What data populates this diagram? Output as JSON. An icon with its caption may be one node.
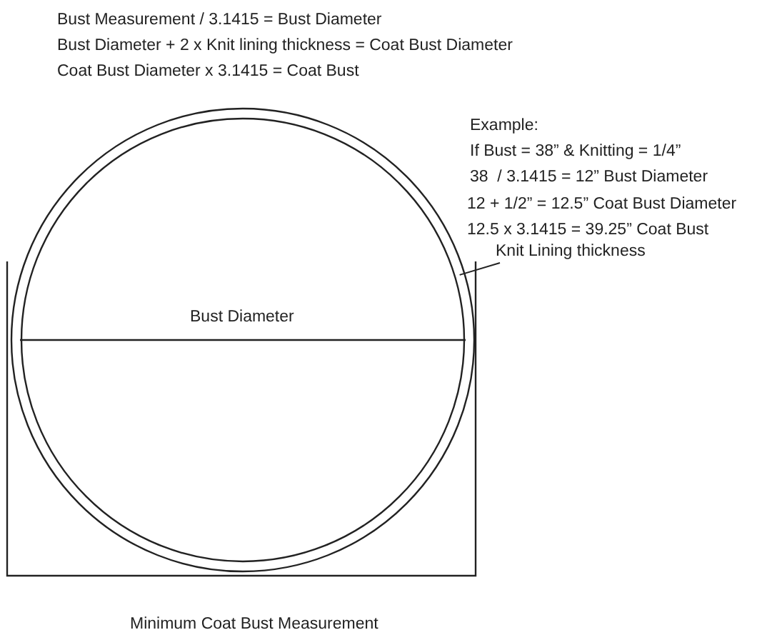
{
  "diagram": {
    "nodes": [
      {
        "text": [
          "Knit Lining thickness"
        ]
      },
      {
        "text": [],
        "shape": "circle"
      }
    ],
    "edges": [
      {
        "from": 0,
        "to": 1,
        "arrow": "none"
      }
    ],
    "labels": [
      "Bust Measurement / 3.1415 = Bust Diameter",
      "Bust Diameter + 2 x Knit lining thickness = Coat Bust Diameter",
      "Coat Bust Diameter x 3.1415 = Coat Bust",
      "Example:",
      "If Bust = 38” & Knitting = 1/4”",
      "38  / 3.1415 = 12” Bust Diameter",
      "12 + 1/2” = 12.5” Coat Bust Diameter",
      "12.5 x 3.1415 = 39.25” Coat Bust",
      "Bust Diameter",
      "Minimum Coat Bust Measurement"
    ]
  }
}
